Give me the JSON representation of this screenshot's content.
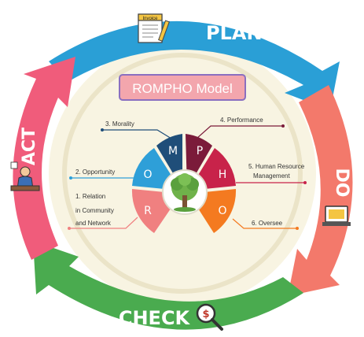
{
  "title": "ROMPHO Model",
  "cycle": {
    "plan": "PLAN",
    "do": "DO",
    "check": "CHECK",
    "act": "ACT",
    "invoice_text": "Invoice",
    "dollar_symbol": "$"
  },
  "segments": [
    {
      "letter": "M",
      "label": "3. Morality",
      "color": "#1f4e79"
    },
    {
      "letter": "P",
      "label": "4. Performance",
      "color": "#7b1b3a"
    },
    {
      "letter": "O",
      "label": "2. Opportunity",
      "color": "#2e9fd8"
    },
    {
      "letter": "H",
      "label_lines": [
        "5. Human Resource",
        "Management"
      ],
      "color": "#c8234a"
    },
    {
      "letter": "R",
      "label_lines": [
        "1. Relation",
        "in Community",
        "and Network"
      ],
      "color": "#f08080"
    },
    {
      "letter": "O",
      "label": "6. Oversee",
      "color": "#f47a20"
    }
  ],
  "colors": {
    "plan": "#2a9fd6",
    "do": "#f3796b",
    "check": "#4aab4f",
    "act": "#f05c7b",
    "title_bg": "#f3a6ad",
    "title_border": "#8a6fc0",
    "inner_bg": "#f8f4e2"
  }
}
